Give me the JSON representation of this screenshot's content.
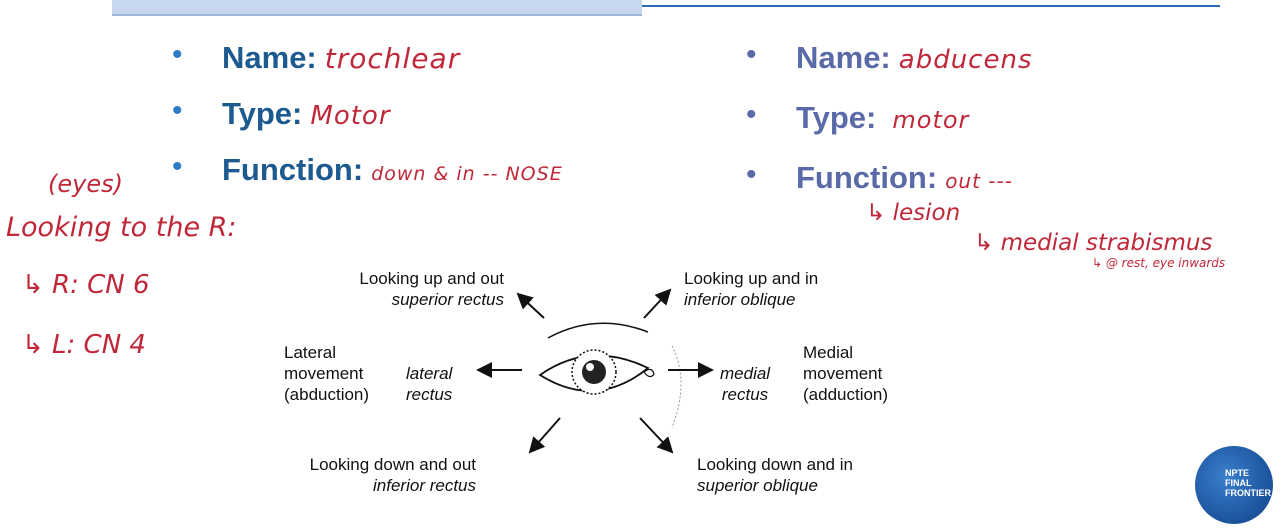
{
  "left": {
    "name_label": "Name:",
    "name_value": "trochlear",
    "type_label": "Type:",
    "type_value": "Motor",
    "function_label": "Function:",
    "function_value": "down & in -- NOSE"
  },
  "right": {
    "name_label": "Name:",
    "name_value": "abducens",
    "type_label": "Type:",
    "type_value": "motor",
    "function_label": "Function:",
    "function_value": "out ---"
  },
  "notes": {
    "eyes": "(eyes)",
    "looking": "Looking to the R:",
    "r_cn": "↳ R: CN 6",
    "l_cn": "↳ L: CN 4",
    "lesion": "↳ lesion",
    "strabismus": "↳ medial strabismus",
    "rest": "↳ @ rest, eye inwards"
  },
  "diagram": {
    "up_out": "Looking up and out",
    "sup_rectus": "superior rectus",
    "up_in": "Looking up and in",
    "inf_oblique": "inferior oblique",
    "lateral_mov_1": "Lateral",
    "lateral_mov_2": "movement",
    "lateral_mov_3": "(abduction)",
    "lat_rectus_1": "lateral",
    "lat_rectus_2": "rectus",
    "med_rectus_1": "medial",
    "med_rectus_2": "rectus",
    "medial_mov_1": "Medial",
    "medial_mov_2": "movement",
    "medial_mov_3": "(adduction)",
    "down_out": "Looking down and out",
    "inf_rectus": "inferior rectus",
    "down_in": "Looking down and in",
    "sup_oblique": "superior oblique"
  },
  "logo": {
    "l1": "NPTE",
    "l2": "FINAL",
    "l3": "FRONTIER"
  }
}
